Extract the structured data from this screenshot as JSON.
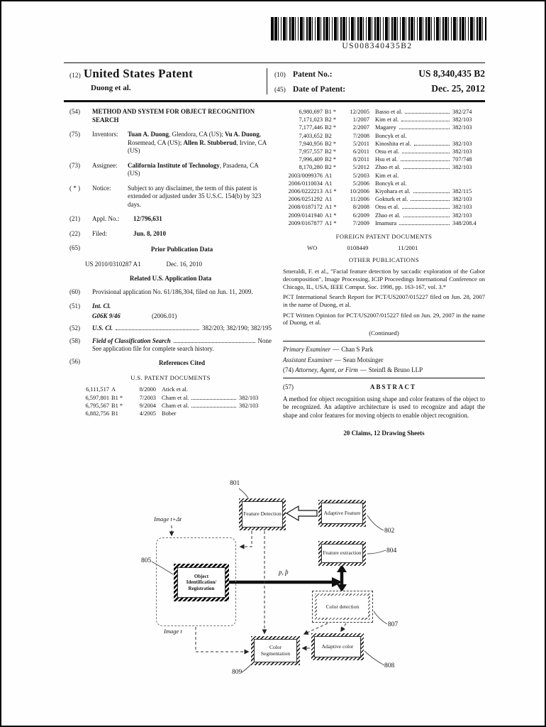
{
  "page": {
    "barcode_text": "US008340435B2"
  },
  "header": {
    "kind_num": "(12)",
    "title": "United States Patent",
    "authors": "Duong et al.",
    "patent_no_num": "(10)",
    "patent_no_label": "Patent No.:",
    "patent_no": "US 8,340,435 B2",
    "date_num": "(45)",
    "date_label": "Date of Patent:",
    "date": "Dec. 25, 2012"
  },
  "left": {
    "f54_num": "(54)",
    "f54_title": "METHOD AND SYSTEM FOR OBJECT RECOGNITION SEARCH",
    "f75_num": "(75)",
    "f75_label": "Inventors:",
    "inventors": [
      {
        "name": "Tuan A. Duong",
        "rest": ", Glendora, CA (US); "
      },
      {
        "name": "Vu A. Duong",
        "rest": ", Rosemead, CA (US); "
      },
      {
        "name": "Allen R. Stubberud",
        "rest": ", Irvine, CA (US)"
      }
    ],
    "f73_num": "(73)",
    "f73_label": "Assignee:",
    "assignee_name": "California Institute of Technology",
    "assignee_rest": ", Pasadena, CA (US)",
    "notice_num": "( * )",
    "notice_label": "Notice:",
    "notice_text": "Subject to any disclaimer, the term of this patent is extended or adjusted under 35 U.S.C. 154(b) by 323 days.",
    "f21_num": "(21)",
    "f21_label": "Appl. No.:",
    "f21_value": "12/796,631",
    "f22_num": "(22)",
    "f22_label": "Filed:",
    "f22_value": "Jun. 8, 2010",
    "f65_num": "(65)",
    "f65_heading": "Prior Publication Data",
    "f65_pub_no": "US 2010/0310287 A1",
    "f65_pub_date": "Dec. 16, 2010",
    "related_heading": "Related U.S. Application Data",
    "f60_num": "(60)",
    "f60_text": "Provisional application No. 61/186,304, filed on Jun. 11, 2009.",
    "f51_num": "(51)",
    "f51_label": "Int. Cl.",
    "f51_class": "G06K 9/46",
    "f51_year": "(2006.01)",
    "f52_num": "(52)",
    "f52_label": "U.S. Cl.",
    "f52_value": "382/203; 382/190; 382/195",
    "f58_num": "(58)",
    "f58_label": "Field of Classification Search",
    "f58_value": "None",
    "f58_note": "See application file for complete search history.",
    "f56_num": "(56)",
    "f56_heading": "References Cited",
    "us_docs_heading": "U.S. PATENT DOCUMENTS",
    "citations": [
      {
        "num": "6,111,517",
        "kind": "A",
        "date": "8/2000",
        "name": "Atick et al.",
        "cls": ""
      },
      {
        "num": "6,597,801",
        "kind": "B1 *",
        "date": "7/2003",
        "name": "Cham et al.",
        "cls": "382/103"
      },
      {
        "num": "6,795,567",
        "kind": "B1 *",
        "date": "9/2004",
        "name": "Cham et al.",
        "cls": "382/103"
      },
      {
        "num": "6,882,756",
        "kind": "B1",
        "date": "4/2005",
        "name": "Bober",
        "cls": ""
      }
    ]
  },
  "right": {
    "citations": [
      {
        "num": "6,980,697",
        "kind": "B1 *",
        "date": "12/2005",
        "name": "Basso et al.",
        "cls": "382/274"
      },
      {
        "num": "7,171,023",
        "kind": "B2 *",
        "date": "1/2007",
        "name": "Kim et al.",
        "cls": "382/103"
      },
      {
        "num": "7,177,446",
        "kind": "B2 *",
        "date": "2/2007",
        "name": "Magarey",
        "cls": "382/103"
      },
      {
        "num": "7,403,652",
        "kind": "B2",
        "date": "7/2008",
        "name": "Boncyk et al.",
        "cls": ""
      },
      {
        "num": "7,940,956",
        "kind": "B2 *",
        "date": "5/2011",
        "name": "Kinoshita et al.",
        "cls": "382/103"
      },
      {
        "num": "7,957,557",
        "kind": "B2 *",
        "date": "6/2011",
        "name": "Otsu et al.",
        "cls": "382/103"
      },
      {
        "num": "7,996,409",
        "kind": "B2 *",
        "date": "8/2011",
        "name": "Hsu et al.",
        "cls": "707/748"
      },
      {
        "num": "8,170,280",
        "kind": "B2 *",
        "date": "5/2012",
        "name": "Zhao et al.",
        "cls": "382/103"
      },
      {
        "num": "2003/0099376",
        "kind": "A1",
        "date": "5/2003",
        "name": "Kim et al.",
        "cls": ""
      },
      {
        "num": "2006/0110034",
        "kind": "A1",
        "date": "5/2006",
        "name": "Boncyk et al.",
        "cls": ""
      },
      {
        "num": "2006/0222213",
        "kind": "A1 *",
        "date": "10/2006",
        "name": "Kiyohara et al.",
        "cls": "382/115"
      },
      {
        "num": "2006/0251292",
        "kind": "A1",
        "date": "11/2006",
        "name": "Gokturk et al.",
        "cls": "382/103"
      },
      {
        "num": "2008/0187172",
        "kind": "A1 *",
        "date": "8/2008",
        "name": "Otsu et al.",
        "cls": "382/103"
      },
      {
        "num": "2009/0141940",
        "kind": "A1 *",
        "date": "6/2009",
        "name": "Zhao et al.",
        "cls": "382/103"
      },
      {
        "num": "2009/0167877",
        "kind": "A1 *",
        "date": "7/2009",
        "name": "Imamura",
        "cls": "348/208.4"
      }
    ],
    "foreign_heading": "FOREIGN PATENT DOCUMENTS",
    "foreign": [
      {
        "country": "WO",
        "num": "0108449",
        "date": "11/2001"
      }
    ],
    "other_heading": "OTHER PUBLICATIONS",
    "other_pubs": [
      "Smeraldi, F. et al., \"Facial feature detection by saccadic exploration of the Gabor decomposition\", Image Processing, ICIP Proceedings International Conference on Chicago, IL, USA, IEEE Comput. Soc. 1998, pp. 163-167, vol. 3.*",
      "PCT International Search Report for PCT/US2007/015227 filed on Jun. 28, 2007 in the name of Duong, et al.",
      "PCT Written Opinion for PCT/US2007/015227 filed on Jun. 29, 2007 in the name of Duong, et al."
    ],
    "continued": "(Continued)",
    "sep": "—",
    "primary_label": "Primary Examiner",
    "primary_name": "Chan S Park",
    "assistant_label": "Assistant Examiner",
    "assistant_name": "Sean Motsinger",
    "attorney_num": "(74)",
    "attorney_label": "Attorney, Agent, or Firm",
    "attorney_name": "Steinfl & Bruno LLP",
    "abstract_num": "(57)",
    "abstract_heading": "ABSTRACT",
    "abstract_text": "A method for object recognition using shape and color features of the object to be recognized. An adaptive architecture is used to recognize and adapt the shape and color features for moving objects to enable object recognition.",
    "claims_line": "20 Claims, 12 Drawing Sheets"
  },
  "figure": {
    "image_t_dt": "Image t+Δt",
    "image_t": "Image t",
    "feature_detection": "Feature Detection",
    "adaptive_feature": "Adaptive Feature",
    "feature_extraction": "Feature extraction",
    "object_identification": "Object Identification/ Registration",
    "color_detection": "Color detection",
    "adaptive_color": "Adaptive color",
    "color_segmentation": "Color Segmentation",
    "math_label": "p, p̂",
    "refs": {
      "r801": "801",
      "r802": "802",
      "r804": "804",
      "r805": "805",
      "r807": "807",
      "r808": "808",
      "r809": "809"
    }
  }
}
